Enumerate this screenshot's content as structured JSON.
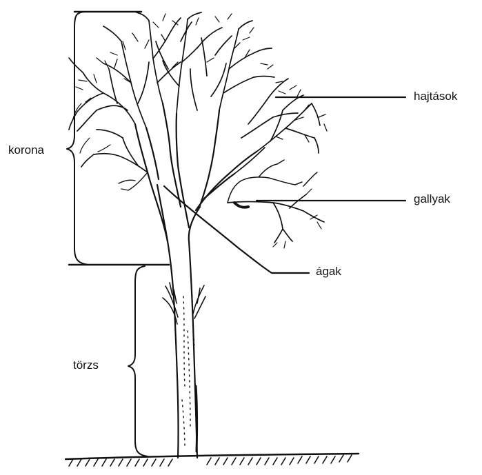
{
  "labels": {
    "korona": "korona",
    "torzs": "törzs",
    "hajtasok": "hajtások",
    "gallyak": "gallyak",
    "agak": "ágak"
  },
  "colors": {
    "ink": "#111111",
    "background": "#ffffff"
  },
  "icons": [
    "tree-illustration",
    "curly-brace",
    "ground-hatching"
  ]
}
